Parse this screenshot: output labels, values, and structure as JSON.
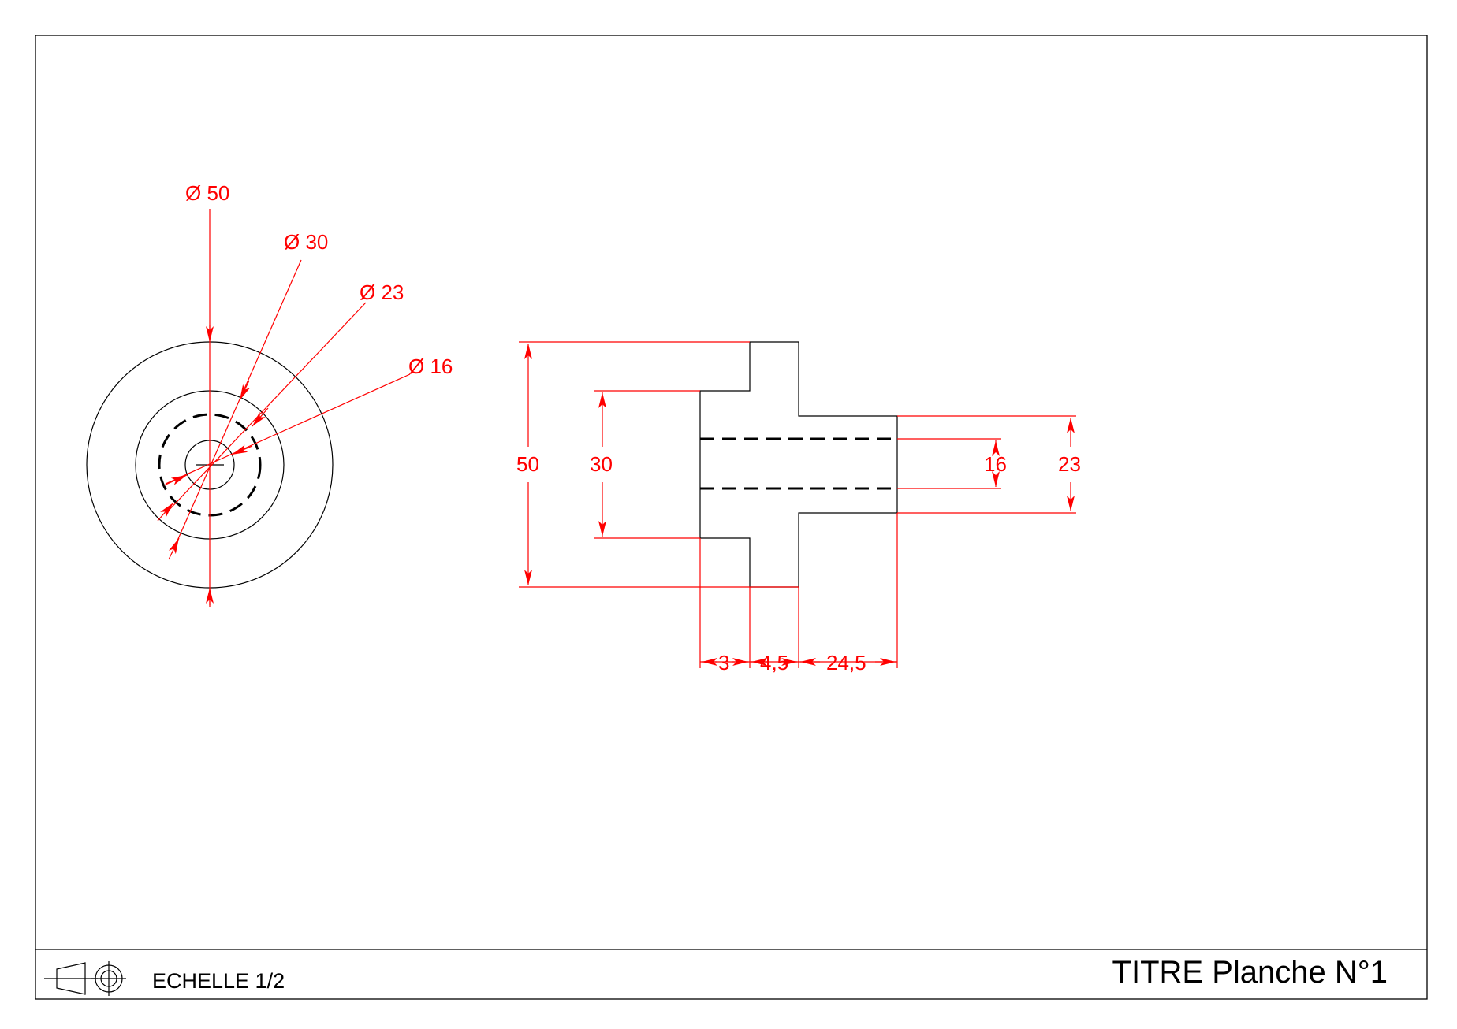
{
  "front_view": {
    "diameters": [
      {
        "label": "Ø 50"
      },
      {
        "label": "Ø 30"
      },
      {
        "label": "Ø 23"
      },
      {
        "label": "Ø 16"
      }
    ]
  },
  "side_view": {
    "heights": [
      {
        "label": "50"
      },
      {
        "label": "30"
      },
      {
        "label": "16"
      },
      {
        "label": "23"
      }
    ],
    "lengths": [
      {
        "label": "3"
      },
      {
        "label": "4,5"
      },
      {
        "label": "24,5"
      }
    ]
  },
  "title_block": {
    "scale": "ECHELLE 1/2",
    "title": "TITRE Planche N°1"
  },
  "colors": {
    "dimension": "#ff0000",
    "outline": "#000000"
  }
}
